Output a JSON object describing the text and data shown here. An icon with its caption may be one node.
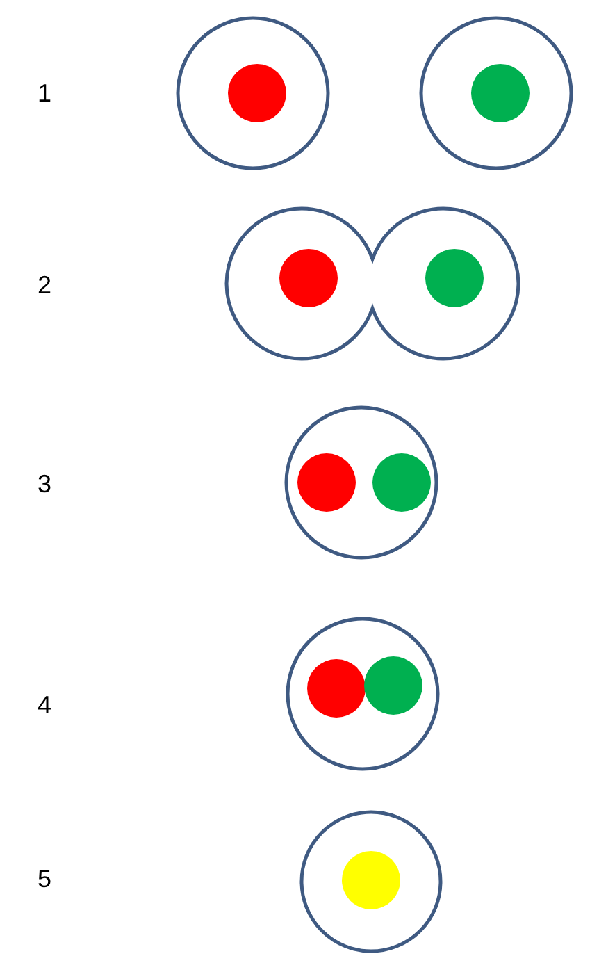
{
  "diagram": {
    "labels": [
      "1",
      "2",
      "3",
      "4",
      "5"
    ]
  }
}
